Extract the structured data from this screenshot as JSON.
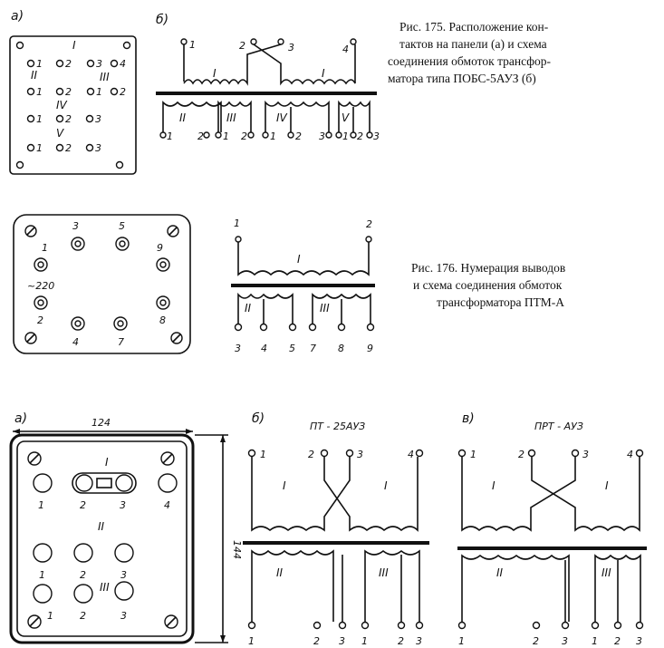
{
  "fig175": {
    "caption": [
      "Рис. 175. Расположение кон-",
      "тактов на панели (а) и схема",
      "соединения обмоток трансфор-",
      "матора типа ПОБС-5АУЗ (б)"
    ],
    "label_a": "а)",
    "label_b": "б)",
    "panel_text": [
      "I",
      "1",
      "II",
      "2",
      "3",
      "4",
      "III",
      "1",
      "2",
      "1",
      "2",
      "IV",
      "1",
      "2",
      "3",
      "V",
      "1",
      "2",
      "3"
    ],
    "schematic_text": [
      "1",
      "2",
      "3",
      "4",
      "I",
      "I",
      "II",
      "III",
      "IV",
      "V",
      "1",
      "2",
      "1",
      "2",
      "1",
      "2",
      "3",
      "1",
      "2",
      "3"
    ]
  },
  "fig176": {
    "caption": [
      "Рис. 176. Нумерация выводов",
      "и схема соединения обмоток",
      "трансформатора ПТМ-А"
    ],
    "panel_text": [
      "3",
      "5",
      "1",
      "9",
      "~220",
      "2",
      "8",
      "4",
      "7"
    ],
    "schematic_text": [
      "1",
      "2",
      "I",
      "II",
      "III",
      "3",
      "4",
      "5",
      "7",
      "8",
      "9"
    ]
  },
  "fig177": {
    "label_a": "а)",
    "label_b": "б)",
    "label_c": "в)",
    "dim_width": "124",
    "dim_height": "144",
    "panel_text": [
      "I",
      "1",
      "2",
      "3",
      "4",
      "II",
      "1",
      "2",
      "3",
      "III",
      "1",
      "2",
      "3"
    ],
    "title_b": "ПТ - 25АУЗ",
    "title_c": "ПРТ - АУЗ",
    "schematic_text": [
      "1",
      "2",
      "3",
      "4",
      "I",
      "I",
      "II",
      "III",
      "1",
      "2",
      "3",
      "1",
      "2",
      "3"
    ]
  }
}
